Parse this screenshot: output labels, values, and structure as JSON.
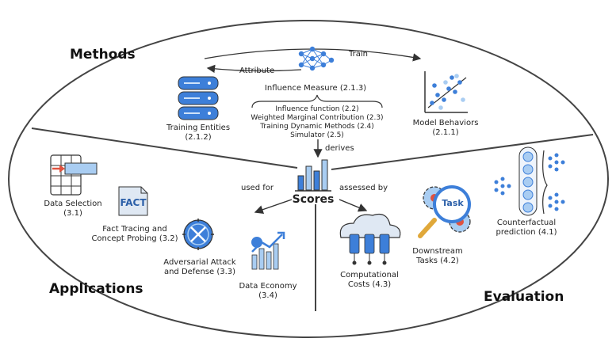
{
  "sections": {
    "methods": "Methods",
    "applications": "Applications",
    "evaluation": "Evaluation"
  },
  "methods": {
    "attribute": "Attribute",
    "train": "Train",
    "influence_measure": "Influence Measure (2.1.3)",
    "list": [
      "Influence function (2.2)",
      "Weighted Marginal Contribution (2.3)",
      "Training Dynamic Methods (2.4)",
      "Simulator (2.5)"
    ],
    "training_entities": [
      "Training Entities",
      "(2.1.2)"
    ],
    "model_behaviors": [
      "Model Behaviors",
      "(2.1.1)"
    ],
    "derives": "derives"
  },
  "center": {
    "scores": "Scores",
    "used_for": "used for",
    "assessed_by": "assessed by"
  },
  "applications": {
    "data_selection": [
      "Data Selection",
      "(3.1)"
    ],
    "fact_icon_text": "FACT",
    "fact_tracing": [
      "Fact Tracing and",
      "Concept Probing (3.2)"
    ],
    "adversarial": [
      "Adversarial Attack",
      "and Defense (3.3)"
    ],
    "data_economy": [
      "Data Economy",
      "(3.4)"
    ]
  },
  "evaluation": {
    "task_icon_text": "Task",
    "computational": [
      "Computational",
      "Costs (4.3)"
    ],
    "downstream": [
      "Downstream",
      "Tasks (4.2)"
    ],
    "counterfactual": [
      "Counterfactual",
      "prediction (4.1)"
    ]
  },
  "colors": {
    "blue": "#3d7fd9",
    "light_blue": "#a9cdf2",
    "red": "#e0523f",
    "outline": "#333333"
  }
}
